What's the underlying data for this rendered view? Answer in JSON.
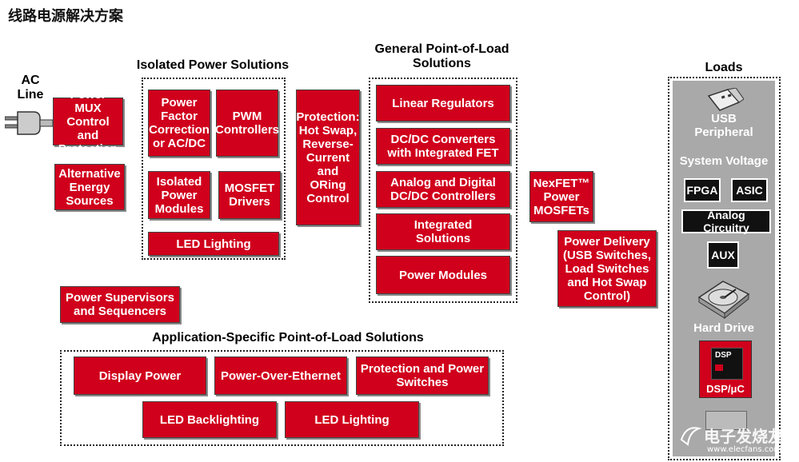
{
  "title": "线路电源解决方案",
  "ac_line": "AC\nLine",
  "sections": {
    "isolated": "Isolated Power Solutions",
    "general_pol": "General Point-of-Load\nSolutions",
    "loads": "Loads",
    "app_specific": "Application-Specific Point-of-Load Solutions"
  },
  "boxes": {
    "power_mux": "Power MUX\nControl and\nProtection",
    "alt_energy": "Alternative\nEnergy\nSources",
    "pfc": "Power\nFactor\nCorrection\nor AC/DC",
    "pwm": "PWM\nControllers",
    "iso_modules": "Isolated\nPower\nModules",
    "mosfet_drivers": "MOSFET\nDrivers",
    "led_lighting_iso": "LED Lighting",
    "protection": "Protection:\nHot Swap,\nReverse-\nCurrent\nand\nORing\nControl",
    "linear_reg": "Linear Regulators",
    "dcdc_conv": "DC/DC Converters\nwith Integrated FET",
    "analog_digital": "Analog and Digital\nDC/DC Controllers",
    "integrated": "Integrated\nSolutions",
    "power_modules": "Power Modules",
    "nexfet": "NexFET™\nPower\nMOSFETs",
    "power_delivery": "Power Delivery\n(USB Switches,\nLoad Switches\nand Hot Swap\nControl)",
    "supervisors": "Power Supervisors\nand Sequencers",
    "display_power": "Display Power",
    "poe": "Power-Over-Ethernet",
    "prot_switches": "Protection and Power\nSwitches",
    "led_backlighting": "LED Backlighting",
    "led_lighting_app": "LED Lighting"
  },
  "loads": {
    "usb": "USB\nPeripheral",
    "system_voltage": "System Voltage",
    "fpga": "FPGA",
    "asic": "ASIC",
    "analog": "Analog Circuitry",
    "aux": "AUX",
    "hard_drive": "Hard Drive",
    "dsp_chip": "DSP",
    "dsp": "DSP/μC"
  },
  "watermark": {
    "main": "电子发烧友",
    "sub": "www.elecfans.com"
  },
  "colors": {
    "accent_red": "#d0001c",
    "panel_gray": "#a9a9a9"
  }
}
